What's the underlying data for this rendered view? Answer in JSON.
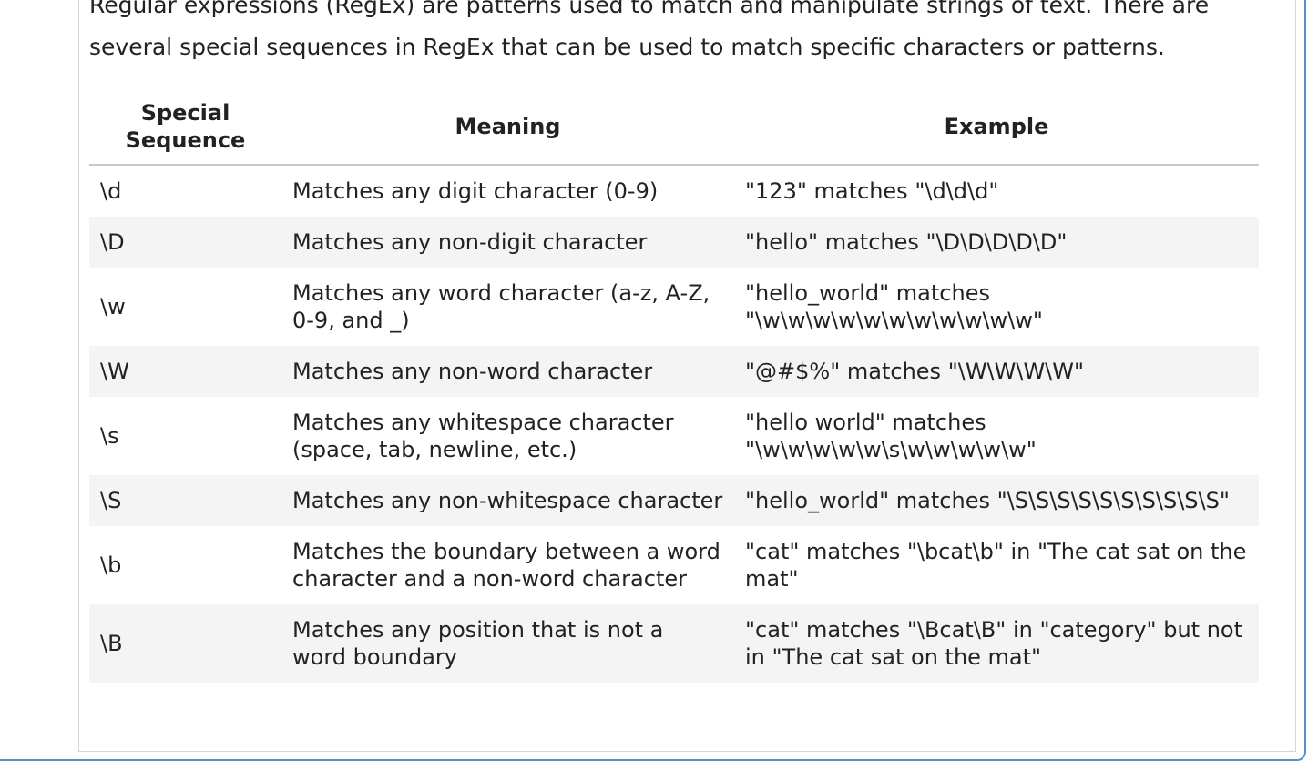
{
  "intro": {
    "line1": "Regular expressions (RegEx) are patterns used to match and manipulate strings of text. There are",
    "line2": "several special sequences in RegEx that can be used to match specific characters or patterns."
  },
  "table": {
    "headers": {
      "sequence": "Special Sequence",
      "meaning": "Meaning",
      "example": "Example"
    },
    "rows": [
      {
        "sequence": "\\d",
        "meaning": "Matches any digit character (0-9)",
        "example": "\"123\" matches \"\\d\\d\\d\""
      },
      {
        "sequence": "\\D",
        "meaning": "Matches any non-digit character",
        "example": "\"hello\" matches \"\\D\\D\\D\\D\\D\""
      },
      {
        "sequence": "\\w",
        "meaning": "Matches any word character (a-z, A-Z, 0-9, and _)",
        "example": "\"hello_world\" matches \"\\w\\w\\w\\w\\w\\w\\w\\w\\w\\w\\w\""
      },
      {
        "sequence": "\\W",
        "meaning": "Matches any non-word character",
        "example": "\"@#$%\" matches \"\\W\\W\\W\\W\""
      },
      {
        "sequence": "\\s",
        "meaning": "Matches any whitespace character (space, tab, newline, etc.)",
        "example": "\"hello world\" matches \"\\w\\w\\w\\w\\w\\s\\w\\w\\w\\w\\w\""
      },
      {
        "sequence": "\\S",
        "meaning": "Matches any non-whitespace character",
        "example": "\"hello_world\" matches \"\\S\\S\\S\\S\\S\\S\\S\\S\\S\\S\""
      },
      {
        "sequence": "\\b",
        "meaning": "Matches the boundary between a word character and a non-word character",
        "example": "\"cat\" matches \"\\bcat\\b\" in \"The cat sat on the mat\""
      },
      {
        "sequence": "\\B",
        "meaning": "Matches any position that is not a word boundary",
        "example": "\"cat\" matches \"\\Bcat\\B\" in \"category\" but not in \"The cat sat on the mat\""
      }
    ]
  }
}
